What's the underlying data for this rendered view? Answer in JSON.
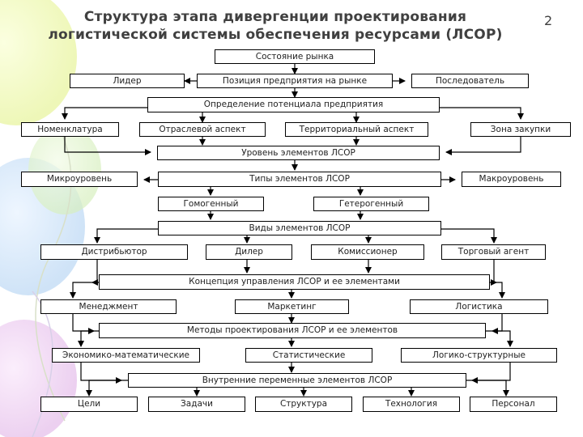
{
  "title_line1": "Структура этапа дивергенции проектирования",
  "title_line2": "логистической системы обеспечения ресурсами (ЛСОР)",
  "page_number": "2",
  "nodes": {
    "n1": "Состояние рынка",
    "n2a": "Лидер",
    "n2b": "Позиция предприятия на рынке",
    "n2c": "Последователь",
    "n3": "Определение потенциала предприятия",
    "n4a": "Номенклатура",
    "n4b": "Отраслевой аспект",
    "n4c": "Территориальный аспект",
    "n4d": "Зона закупки",
    "n5": "Уровень элементов ЛСОР",
    "n6a": "Микроуровень",
    "n6b": "Типы элементов ЛСОР",
    "n6c": "Макроуровень",
    "n7a": "Гомогенный",
    "n7b": "Гетерогенный",
    "n8": "Виды элементов ЛСОР",
    "n9a": "Дистрибьютор",
    "n9b": "Дилер",
    "n9c": "Комиссионер",
    "n9d": "Торговый агент",
    "n10": "Концепция управления ЛСОР и ее элементами",
    "n11a": "Менеджмент",
    "n11b": "Маркетинг",
    "n11c": "Логистика",
    "n12": "Методы проектирования ЛСОР и ее элементов",
    "n13a": "Экономико-математические",
    "n13b": "Статистические",
    "n13c": "Логико-структурные",
    "n14": "Внутренние переменные элементов ЛСОР",
    "n15a": "Цели",
    "n15b": "Задачи",
    "n15c": "Структура",
    "n15d": "Технология",
    "n15e": "Персонал"
  }
}
